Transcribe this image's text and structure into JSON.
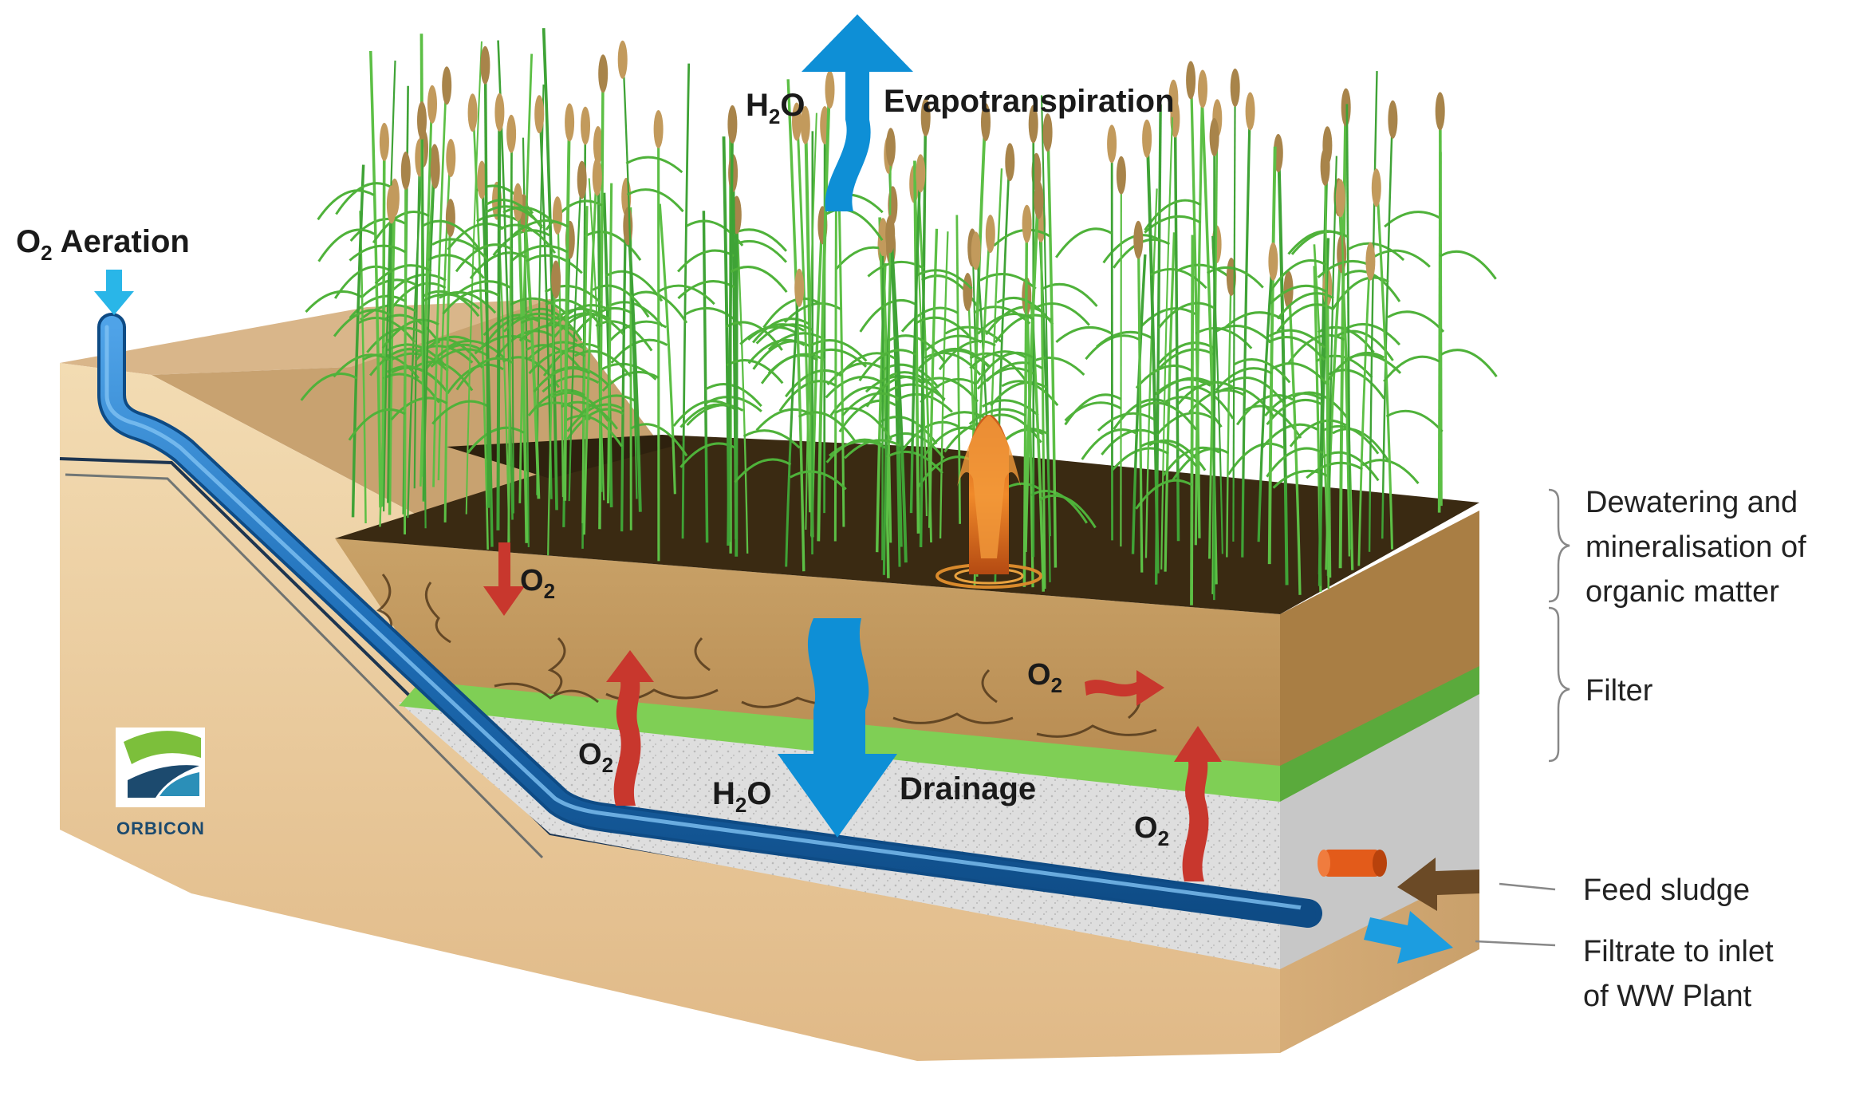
{
  "labels": {
    "aeration_o": "O",
    "aeration_sub": "2",
    "aeration_text": "Aeration",
    "evap_h": "H",
    "evap_sub": "2",
    "evap_o": "O",
    "evap_text": "Evapotranspiration",
    "drain_h": "H",
    "drain_sub": "2",
    "drain_o": "O",
    "drain_text": "Drainage",
    "o2_o": "O",
    "o2_sub": "2"
  },
  "side_labels": {
    "dewatering_line1": "Dewatering and",
    "dewatering_line2": "mineralisation of",
    "dewatering_line3": "organic matter",
    "filter": "Filter",
    "feed_sludge": "Feed sludge",
    "filtrate_line1": "Filtrate to inlet",
    "filtrate_line2": "of WW Plant"
  },
  "logo": {
    "text": "ORBICON"
  },
  "colors": {
    "water_blue": "#0e8fd6",
    "o2_arrow_red": "#c8372d",
    "pipe_blue": "#1f6fb8",
    "sand": "#e8c99b",
    "soil_dark": "#3a2a12",
    "filter_green": "#6cc24a",
    "gravel": "#d9d9d9",
    "reed_green": "#3fa336",
    "feed_pipe_orange": "#e35b1a",
    "feed_arrow_brown": "#6b4a26"
  }
}
